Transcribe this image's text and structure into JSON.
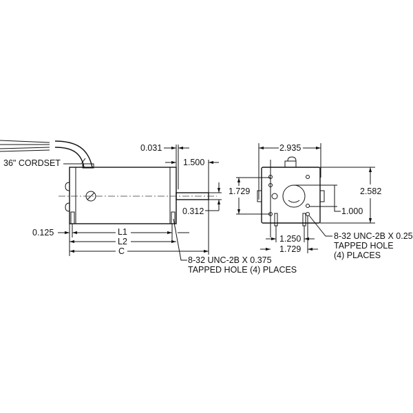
{
  "side_view": {
    "cordset_label": "36\" CORDSET",
    "dim_0031": "0.031",
    "dim_1500": "1.500",
    "dim_0312": "0.312",
    "dim_0125": "0.125",
    "dim_l1": "L1",
    "dim_l2": "L2",
    "dim_c": "C",
    "note_line1": "8-32 UNC-2B X 0.375",
    "note_line2": "TAPPED HOLE (4) PLACES"
  },
  "end_view": {
    "dim_width": "2.935",
    "dim_height": "2.582",
    "dim_1729_vertical": "1.729",
    "dim_1000": "1.000",
    "dim_1250": "1.250",
    "dim_1729_horizontal": "1.729",
    "note_line1": "8-32 UNC-2B X 0.25",
    "note_line2": "TAPPED HOLE",
    "note_line3": "(4) PLACES"
  }
}
